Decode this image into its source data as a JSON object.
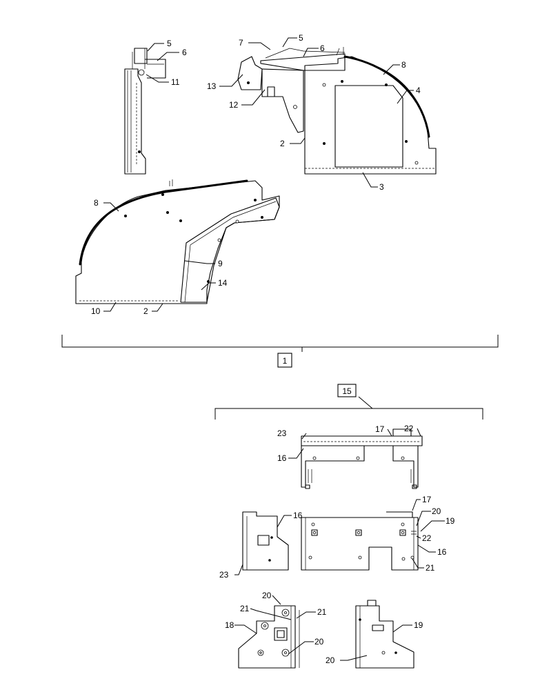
{
  "labels": {
    "n1": "1",
    "n2": "2",
    "n3": "3",
    "n4": "4",
    "n5": "5",
    "n6": "6",
    "n7": "7",
    "n8": "8",
    "n9": "9",
    "n10": "10",
    "n11": "11",
    "n12": "12",
    "n13": "13",
    "n14": "14",
    "n15": "15",
    "n16": "16",
    "n17": "17",
    "n18": "18",
    "n19": "19",
    "n20": "20",
    "n21": "21",
    "n22": "22",
    "n23": "23"
  },
  "colors": {
    "line": "#000000",
    "background": "#ffffff"
  }
}
